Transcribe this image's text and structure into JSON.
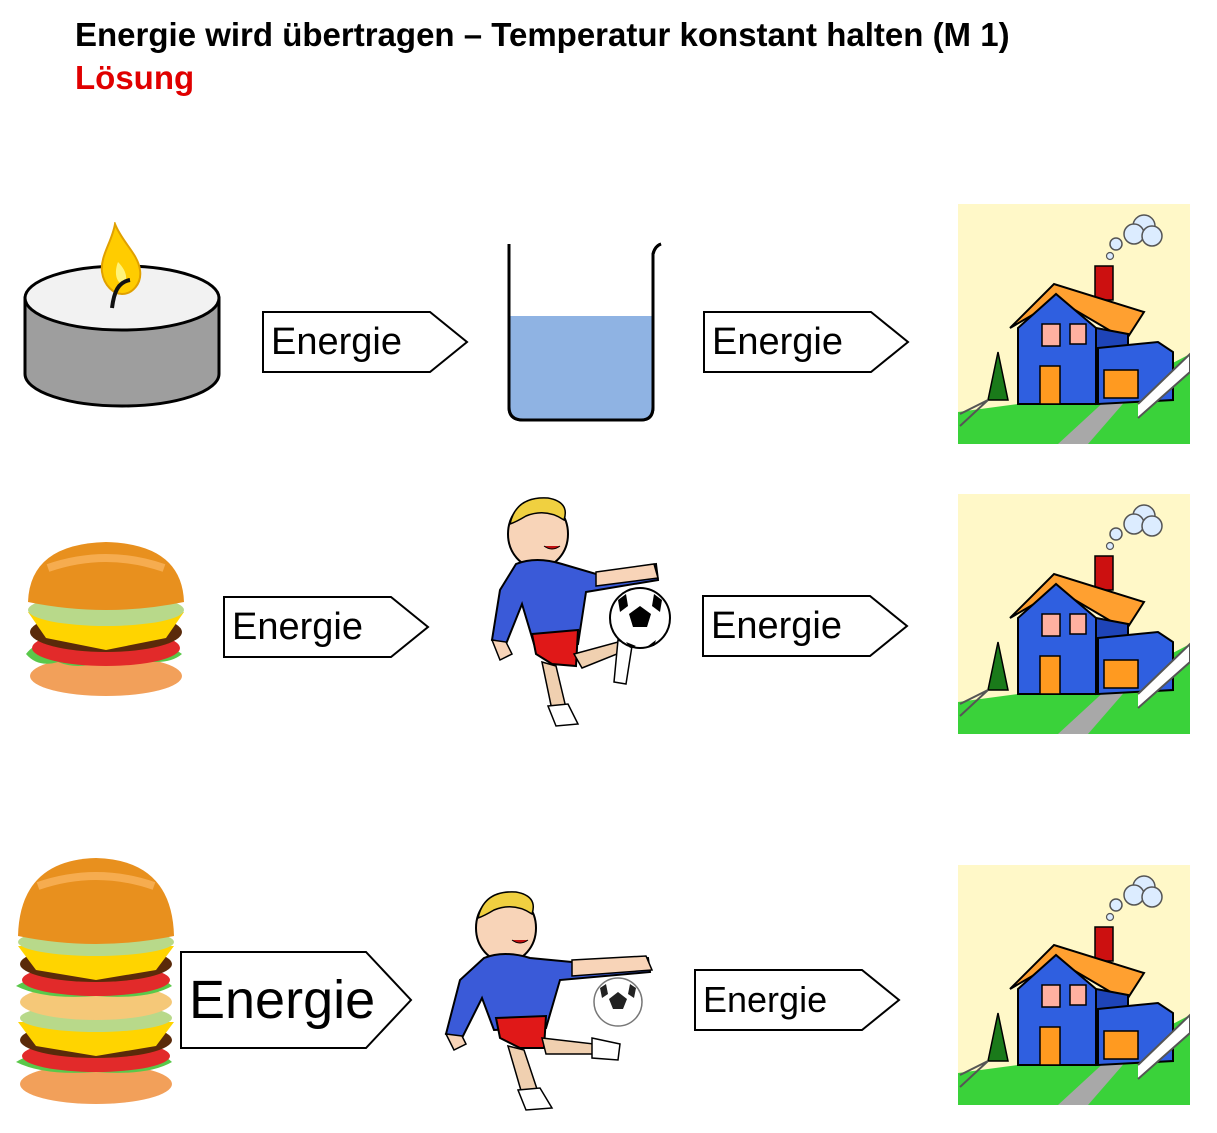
{
  "header": {
    "title": "Energie wird übertragen – Temperatur konstant halten (M 1)",
    "subtitle": "Lösung",
    "subtitle_color": "#e00000"
  },
  "rows": [
    {
      "source": "candle-icon",
      "arrow1": "Energie",
      "middle": "beaker-icon",
      "arrow2": "Energie",
      "target": "house-icon"
    },
    {
      "source": "burger-icon",
      "arrow1": "Energie",
      "middle": "soccer-player-icon",
      "arrow2": "Energie",
      "target": "house-icon"
    },
    {
      "source": "double-burger-icon",
      "arrow1": "Energie",
      "middle": "soccer-player-icon",
      "arrow2": "Energie",
      "target": "house-icon"
    }
  ]
}
